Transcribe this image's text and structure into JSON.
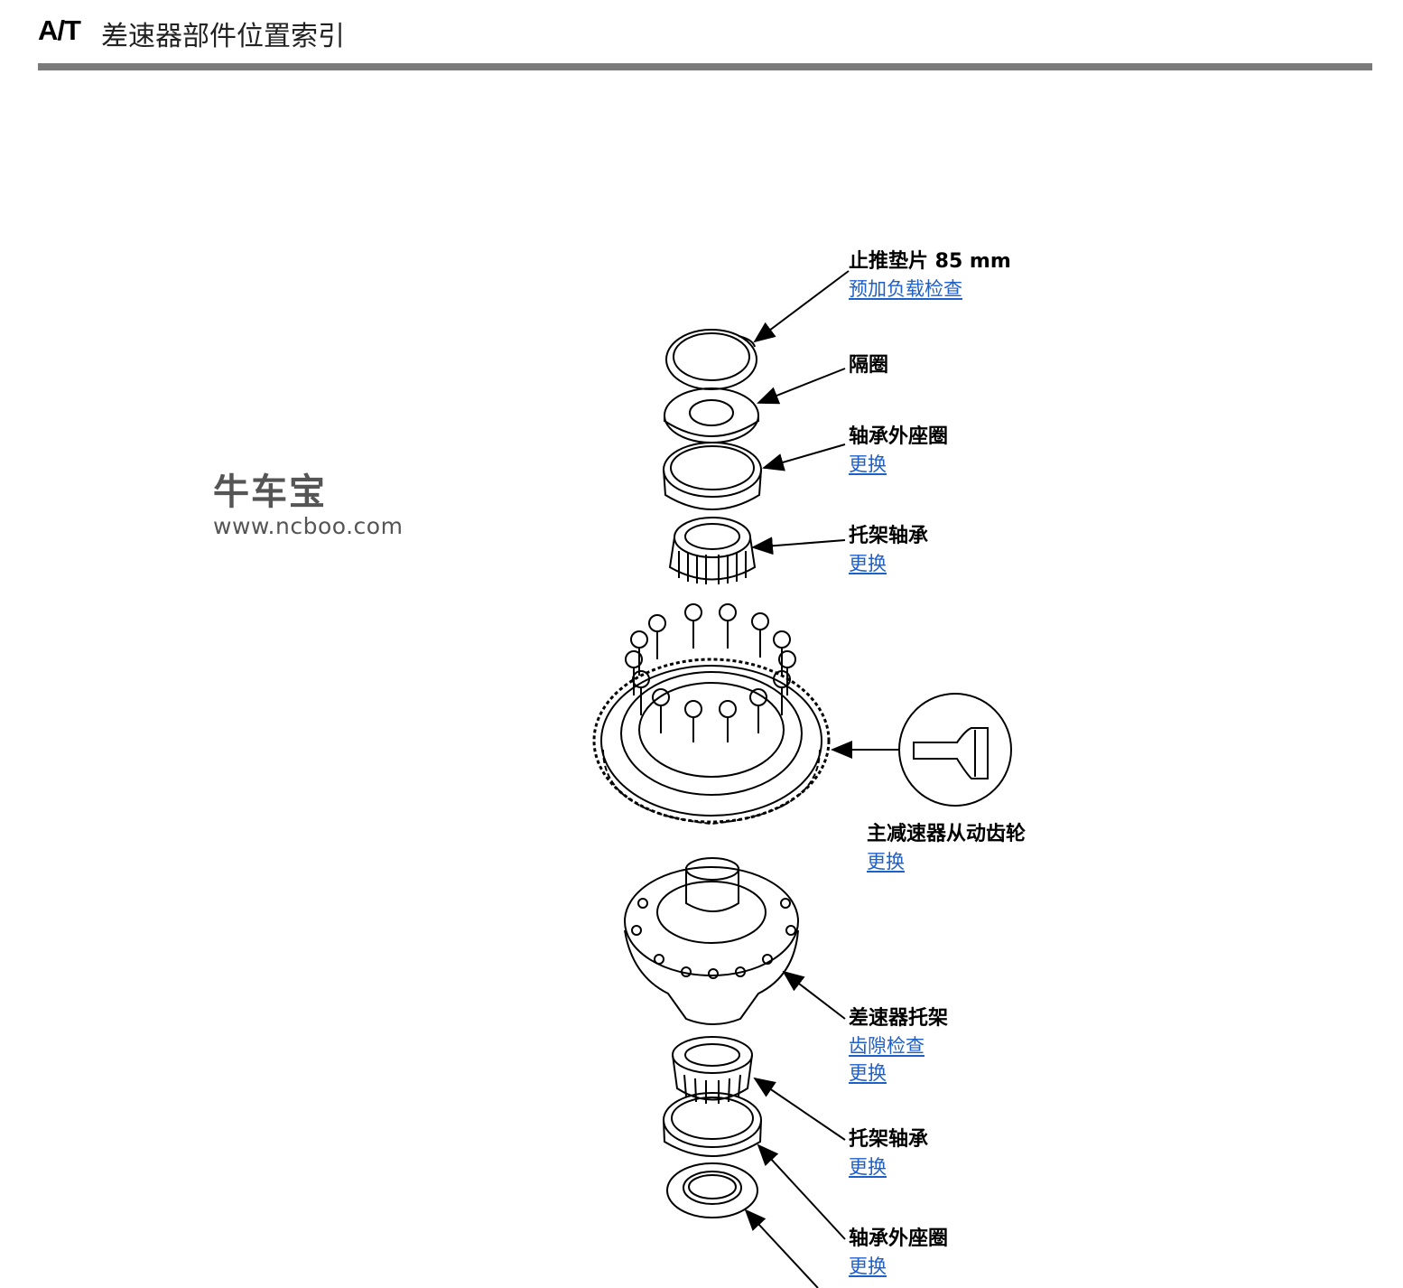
{
  "header": {
    "prefix": "A/T",
    "title": "差速器部件位置索引"
  },
  "watermark": {
    "brand": "牛车宝",
    "url": "www.ncboo.com"
  },
  "callouts": [
    {
      "name": "止推垫片 85 mm",
      "links": [
        "预加负载检查"
      ]
    },
    {
      "name": "隔圈",
      "links": []
    },
    {
      "name": "轴承外座圈",
      "links": [
        "更换"
      ]
    },
    {
      "name": "托架轴承",
      "links": [
        "更换"
      ]
    },
    {
      "name": "主减速器从动齿轮",
      "links": [
        "更换"
      ]
    },
    {
      "name": "差速器托架",
      "links": [
        "齿隙检查",
        "更换"
      ]
    },
    {
      "name": "托架轴承",
      "links": [
        "更换"
      ]
    },
    {
      "name": "轴承外座圈",
      "links": [
        "更换"
      ]
    }
  ]
}
